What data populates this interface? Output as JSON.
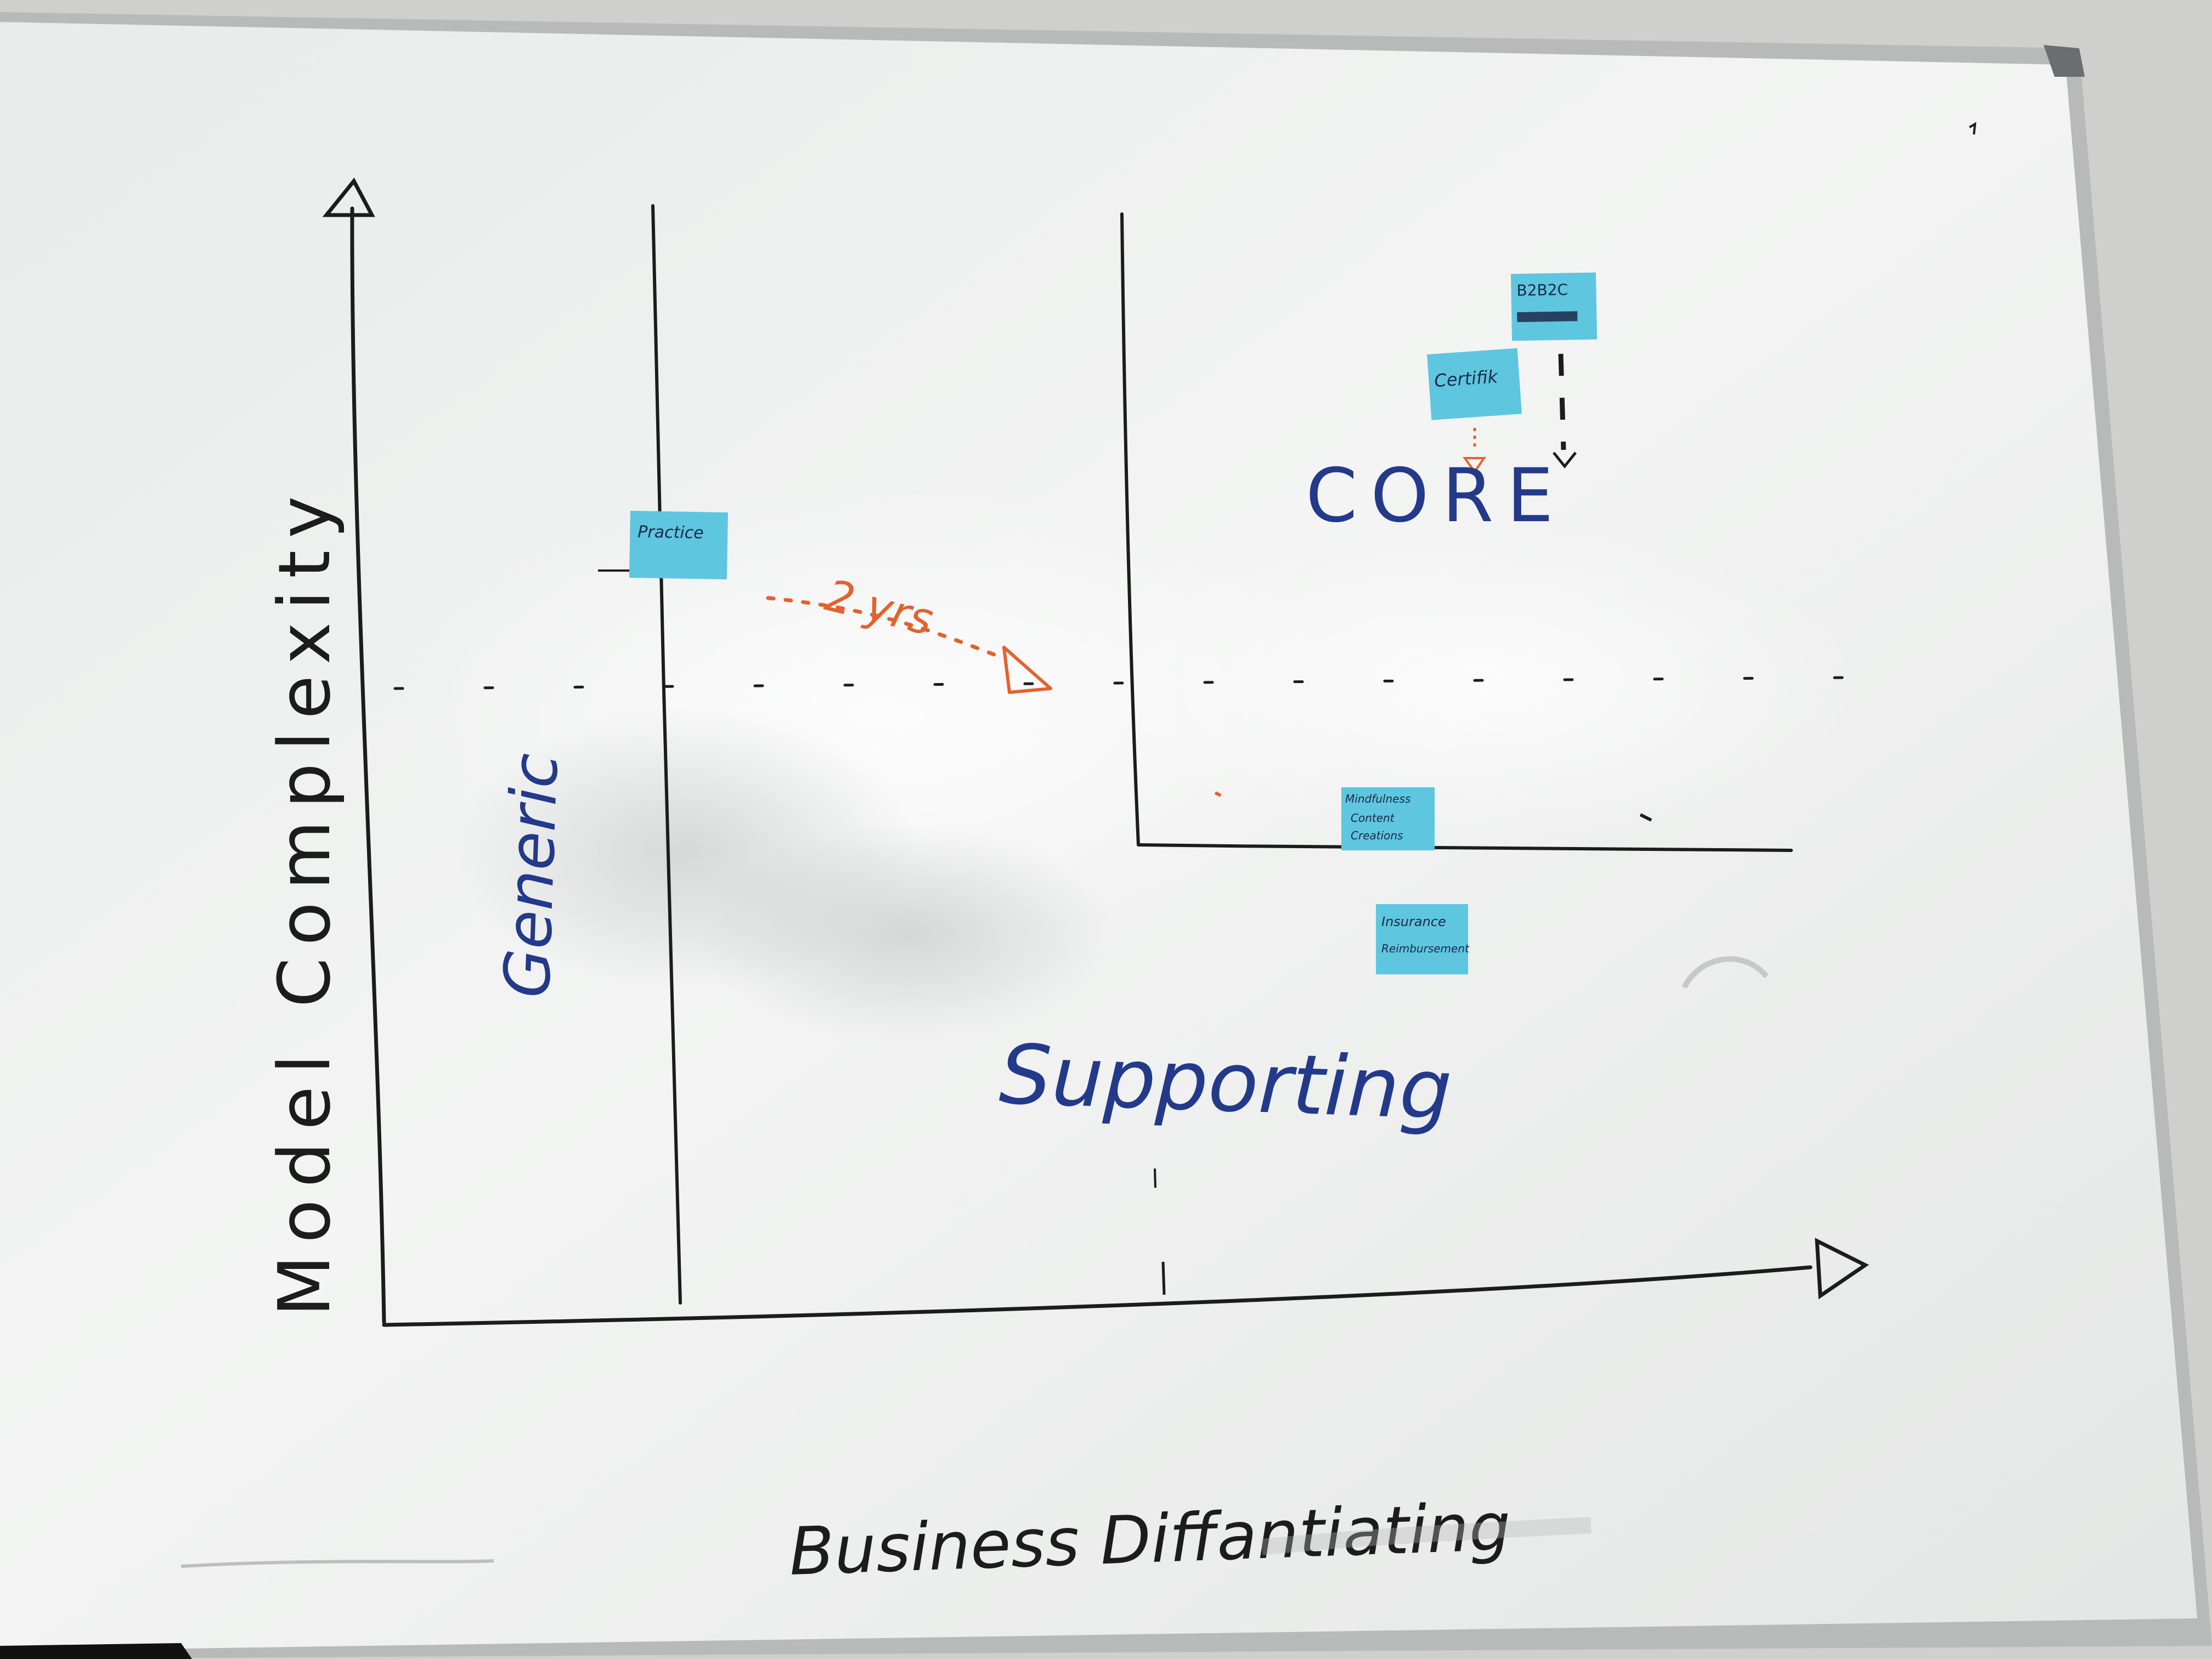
{
  "board": {
    "y_axis_label": "Model Complexity",
    "x_axis_label": "Business Diffantiating",
    "region_generic": "Generic",
    "region_supporting": "Supporting",
    "region_core": "CORE",
    "annotation_time": "2 yrs"
  },
  "notes": {
    "practice": "Practice",
    "certifik": "Certifik",
    "b2b2c": "B2B2C",
    "mindfulness": [
      "Mindfulness",
      "Content",
      "Creations"
    ],
    "insurance": [
      "Insurance",
      "Reimbursement"
    ]
  },
  "colors": {
    "board": "#eef0ee",
    "frame": "#b9bcbc",
    "marker_black": "#1c1c1c",
    "marker_blue": "#233a8a",
    "marker_orange": "#e2622f",
    "sticky": "#5fc6df"
  }
}
